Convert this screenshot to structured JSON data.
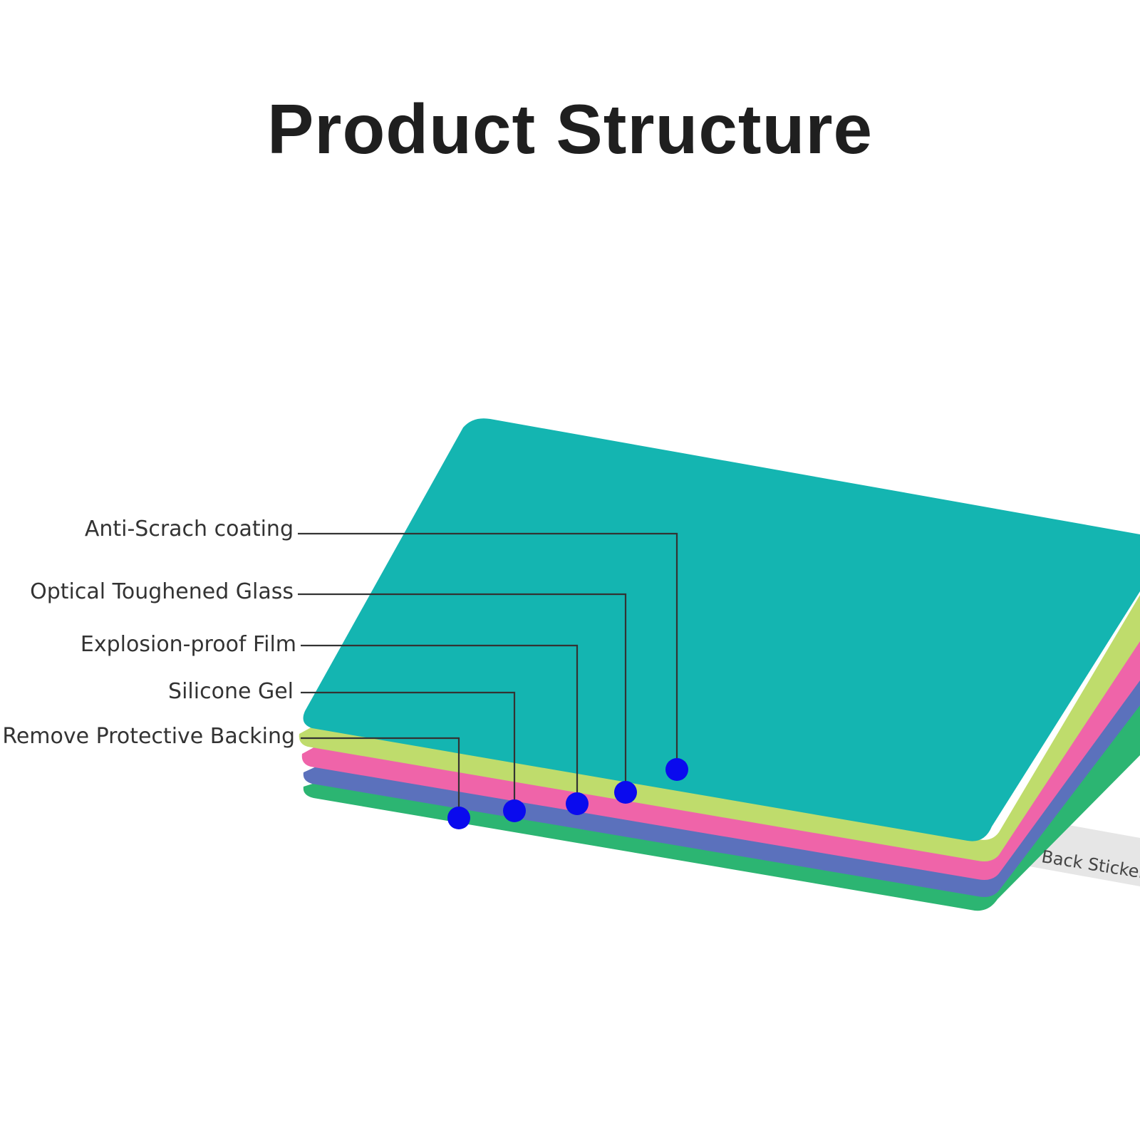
{
  "title": "Product Structure",
  "layers": [
    {
      "label": "Anti-Scrach coating",
      "color": "#14b5b1"
    },
    {
      "label": "Optical Toughened Glass",
      "color": "#bfdc6c"
    },
    {
      "label": "Explosion-proof Film",
      "color": "#ef64a9"
    },
    {
      "label": "Silicone Gel",
      "color": "#5b71bc"
    },
    {
      "label": "Remove Protective Backing",
      "color": "#2cb572"
    }
  ],
  "back_sticker": {
    "label": "Back Sticker",
    "color": "#e6e6e6"
  },
  "marker_color": "#0a0aee"
}
